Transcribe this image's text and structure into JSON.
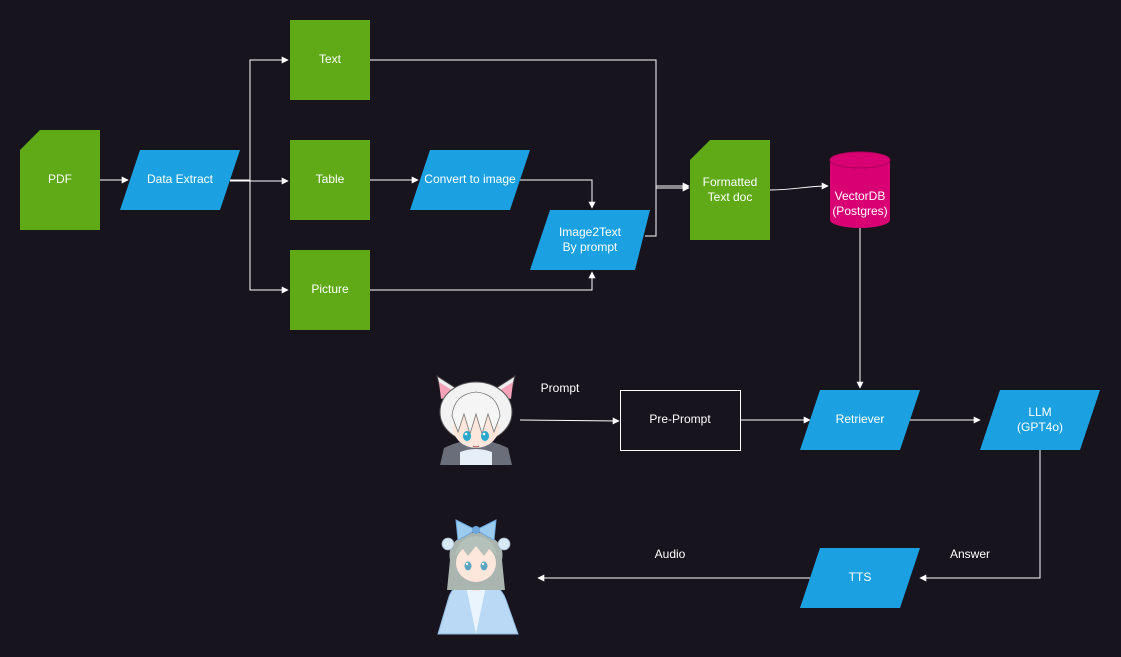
{
  "colors": {
    "background": "#18141d",
    "green": "#60a917",
    "blue": "#1ba1e2",
    "magenta": "#d80073",
    "edge": "#ffffff"
  },
  "nodes": {
    "pdf": "PDF",
    "data_extract": "Data Extract",
    "text": "Text",
    "table": "Table",
    "picture": "Picture",
    "convert_to_image": "Convert to image",
    "image2text_line1": "Image2Text",
    "image2text_line2": "By prompt",
    "formatted_line1": "Formatted",
    "formatted_line2": "Text doc",
    "vectordb_line1": "VectorDB",
    "vectordb_line2": "(Postgres)",
    "pre_prompt": "Pre-Prompt",
    "retriever": "Retriever",
    "llm_line1": "LLM",
    "llm_line2": "(GPT4o)",
    "tts": "TTS"
  },
  "edge_labels": {
    "prompt": "Prompt",
    "answer": "Answer",
    "audio": "Audio"
  },
  "icons": {
    "user": "anime-boy-avatar-icon",
    "assistant": "anime-girl-avatar-icon"
  }
}
